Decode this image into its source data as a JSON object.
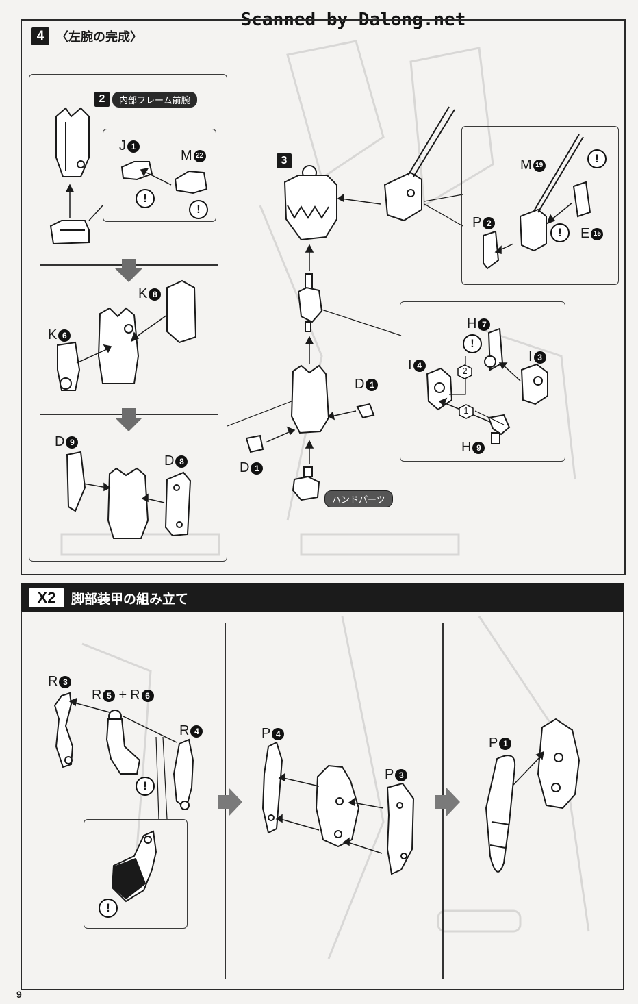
{
  "watermark": "Scanned by Dalong.net",
  "page_number": "9",
  "step4": {
    "number": "4",
    "title": "〈左腕の完成〉",
    "subassembly_label": "2",
    "subassembly_name": "内部フレーム前腕",
    "step3_label": "3",
    "hand_parts": "ハンドパーツ",
    "sequence_1": "1",
    "sequence_2": "2"
  },
  "step_x2": {
    "multiplier": "X2",
    "title": "脚部装甲の組み立て"
  },
  "parts": {
    "J1": {
      "letter": "J",
      "num": "1"
    },
    "M22": {
      "letter": "M",
      "num": "22"
    },
    "K8": {
      "letter": "K",
      "num": "8"
    },
    "K6": {
      "letter": "K",
      "num": "6"
    },
    "D9": {
      "letter": "D",
      "num": "9"
    },
    "D8": {
      "letter": "D",
      "num": "8"
    },
    "D1a": {
      "letter": "D",
      "num": "1"
    },
    "D1b": {
      "letter": "D",
      "num": "1"
    },
    "M19": {
      "letter": "M",
      "num": "19"
    },
    "P2": {
      "letter": "P",
      "num": "2"
    },
    "E15": {
      "letter": "E",
      "num": "15"
    },
    "H7": {
      "letter": "H",
      "num": "7"
    },
    "I4": {
      "letter": "I",
      "num": "4"
    },
    "I3": {
      "letter": "I",
      "num": "3"
    },
    "H9": {
      "letter": "H",
      "num": "9"
    },
    "R3": {
      "letter": "R",
      "num": "3"
    },
    "R5": {
      "letter": "R",
      "num": "5"
    },
    "plus": "+",
    "R6": {
      "letter": "R",
      "num": "6"
    },
    "R4": {
      "letter": "R",
      "num": "4"
    },
    "P4": {
      "letter": "P",
      "num": "4"
    },
    "P3": {
      "letter": "P",
      "num": "3"
    },
    "P1": {
      "letter": "P",
      "num": "1"
    }
  },
  "warning_mark": "!",
  "icons": [
    "attention-icon",
    "down-arrow-icon",
    "right-arrow-icon",
    "part-number-badge-icon"
  ],
  "colors": {
    "ink": "#1a1a1a",
    "paper": "#f4f3f1",
    "banner": "#1b1b1b",
    "arrow_gray": "#7a7a7a"
  }
}
